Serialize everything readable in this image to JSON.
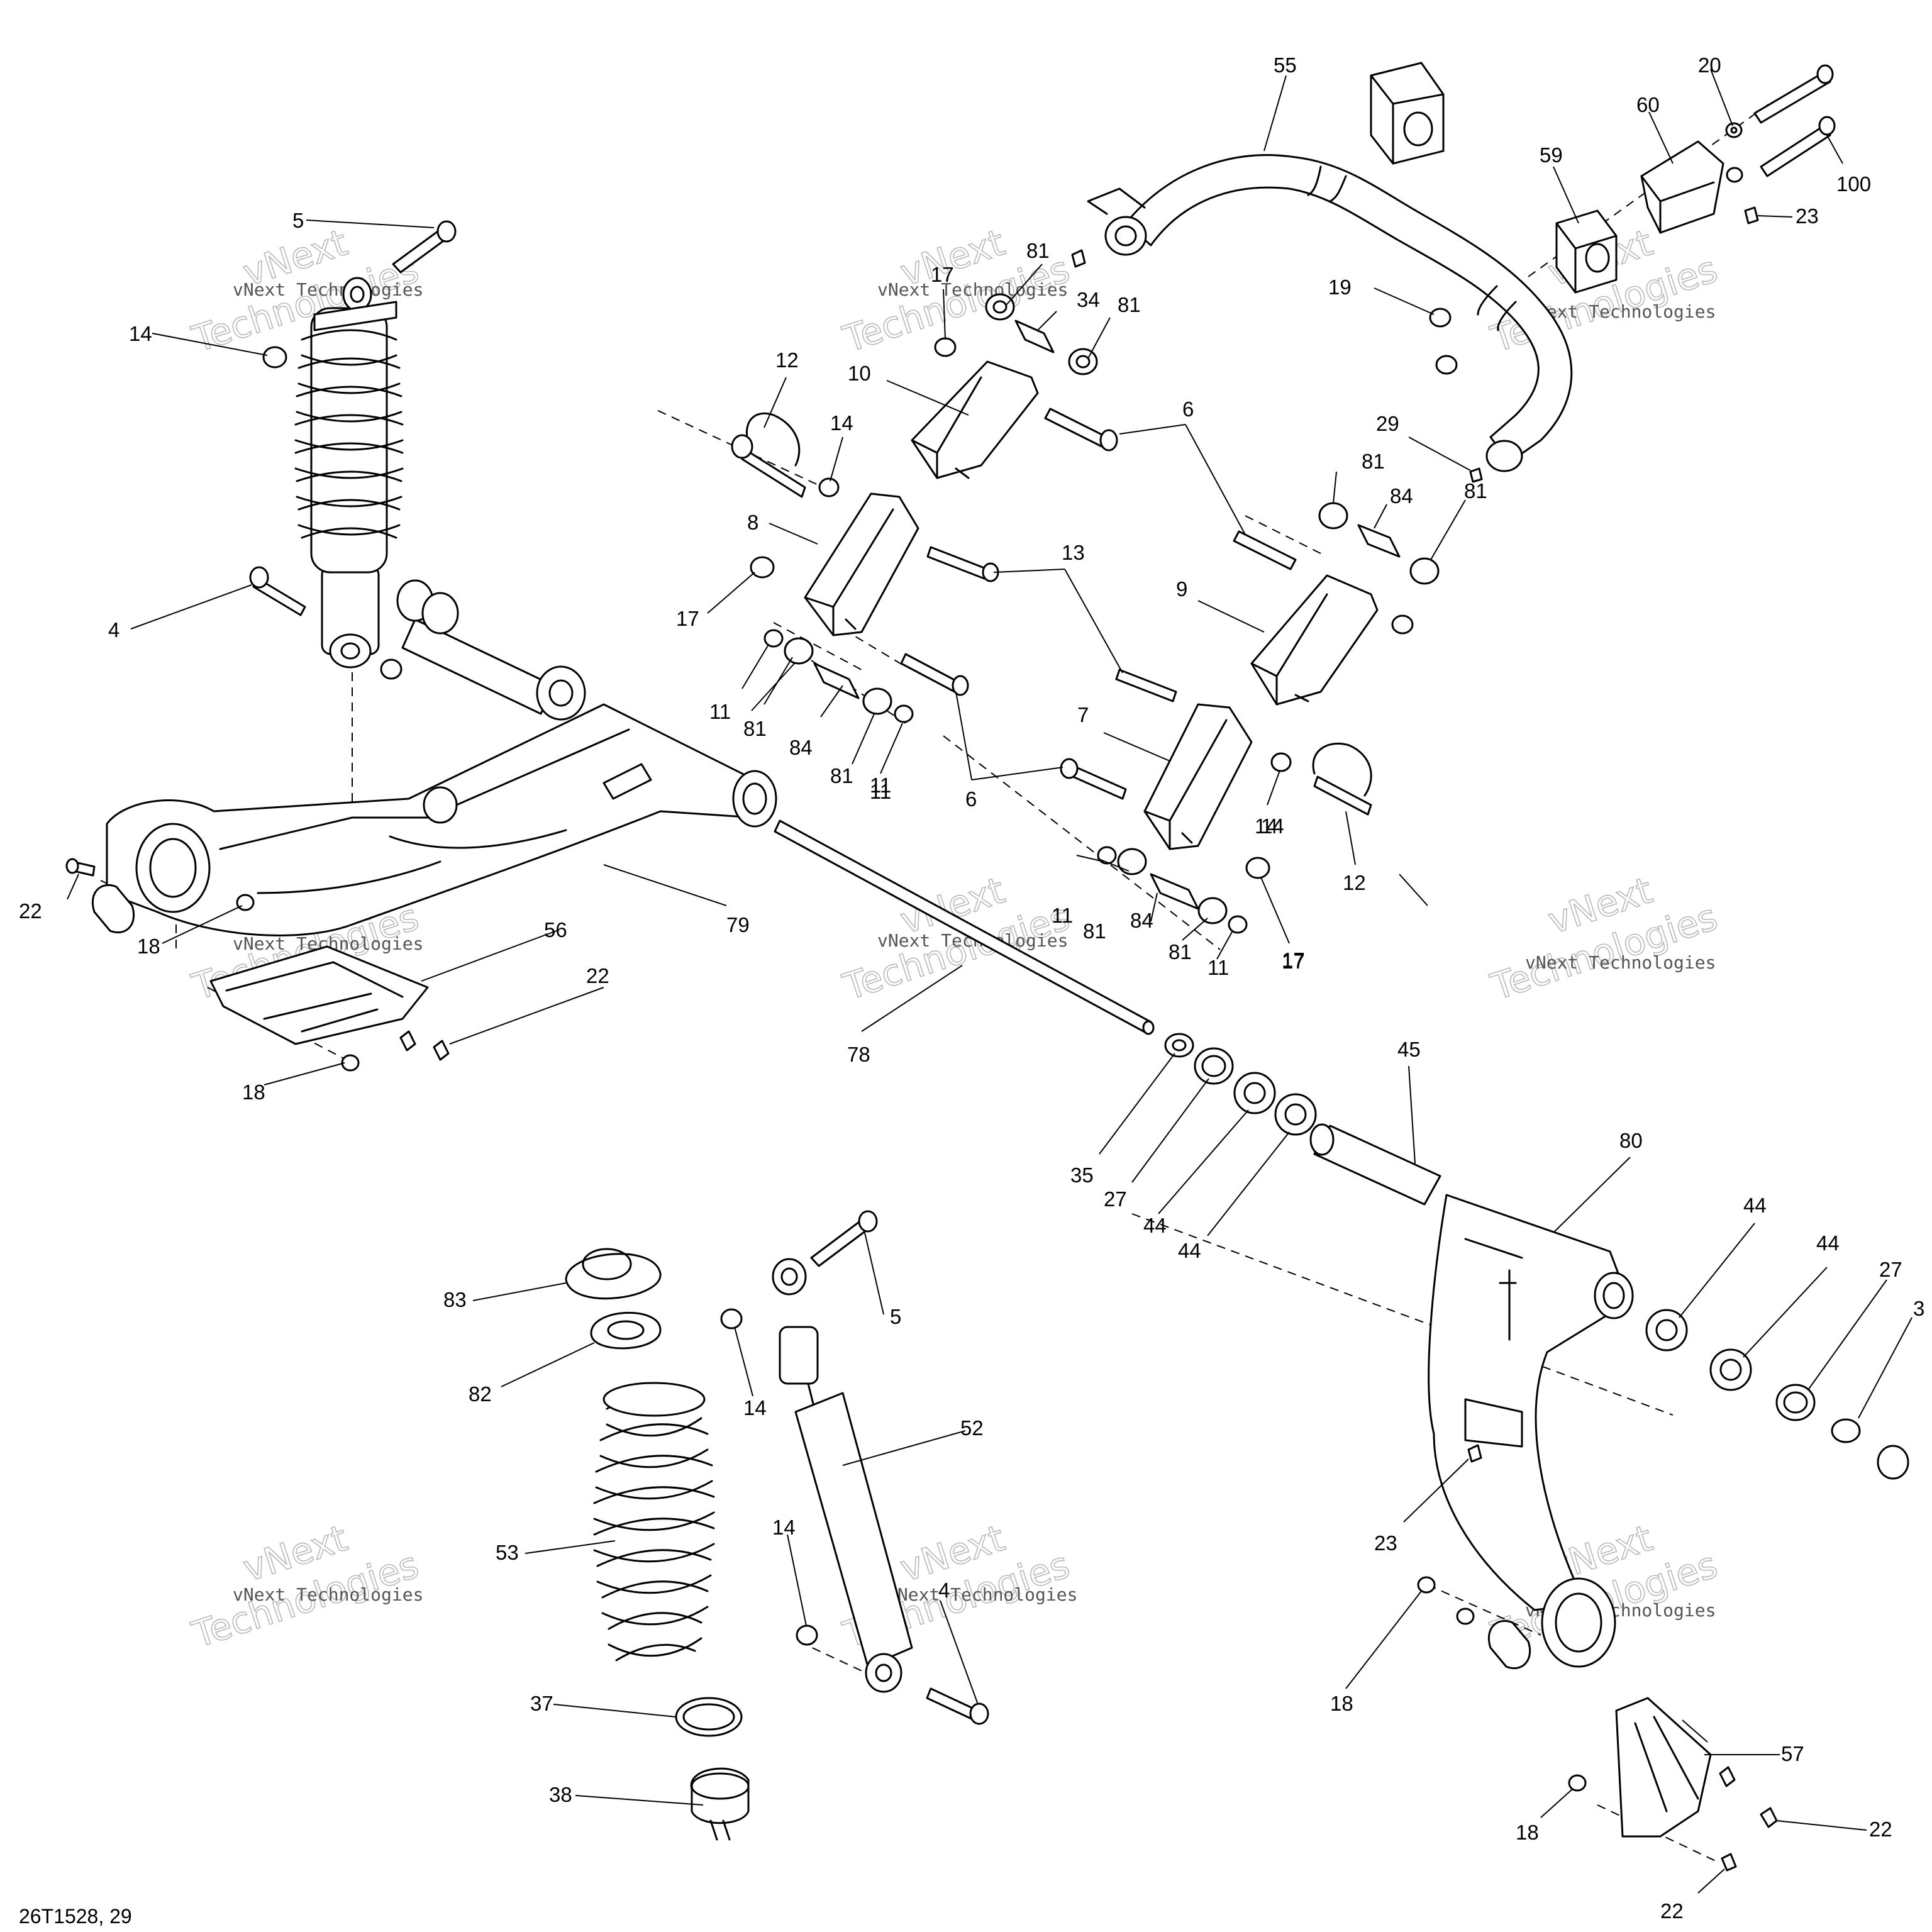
{
  "diagram": {
    "code": "26T1528, 29",
    "watermark": {
      "line1": "vNext",
      "line2": "Technologies",
      "small": "vNext Technologies"
    },
    "callouts": [
      "55",
      "20",
      "60",
      "100",
      "59",
      "23",
      "81",
      "17",
      "34",
      "81",
      "19",
      "5",
      "14",
      "12",
      "10",
      "14",
      "6",
      "29",
      "81",
      "84",
      "81",
      "8",
      "13",
      "17",
      "4",
      "9",
      "11",
      "11",
      "81",
      "84",
      "81",
      "11",
      "6",
      "7",
      "14",
      "17",
      "14",
      "12",
      "22",
      "18",
      "56",
      "22",
      "79",
      "11",
      "81",
      "84",
      "81",
      "11",
      "17",
      "78",
      "18",
      "35",
      "27",
      "44",
      "44",
      "45",
      "80",
      "44",
      "44",
      "27",
      "3",
      "83",
      "82",
      "5",
      "14",
      "52",
      "53",
      "14",
      "4",
      "37",
      "38",
      "23",
      "18",
      "57",
      "18",
      "22",
      "22"
    ]
  }
}
